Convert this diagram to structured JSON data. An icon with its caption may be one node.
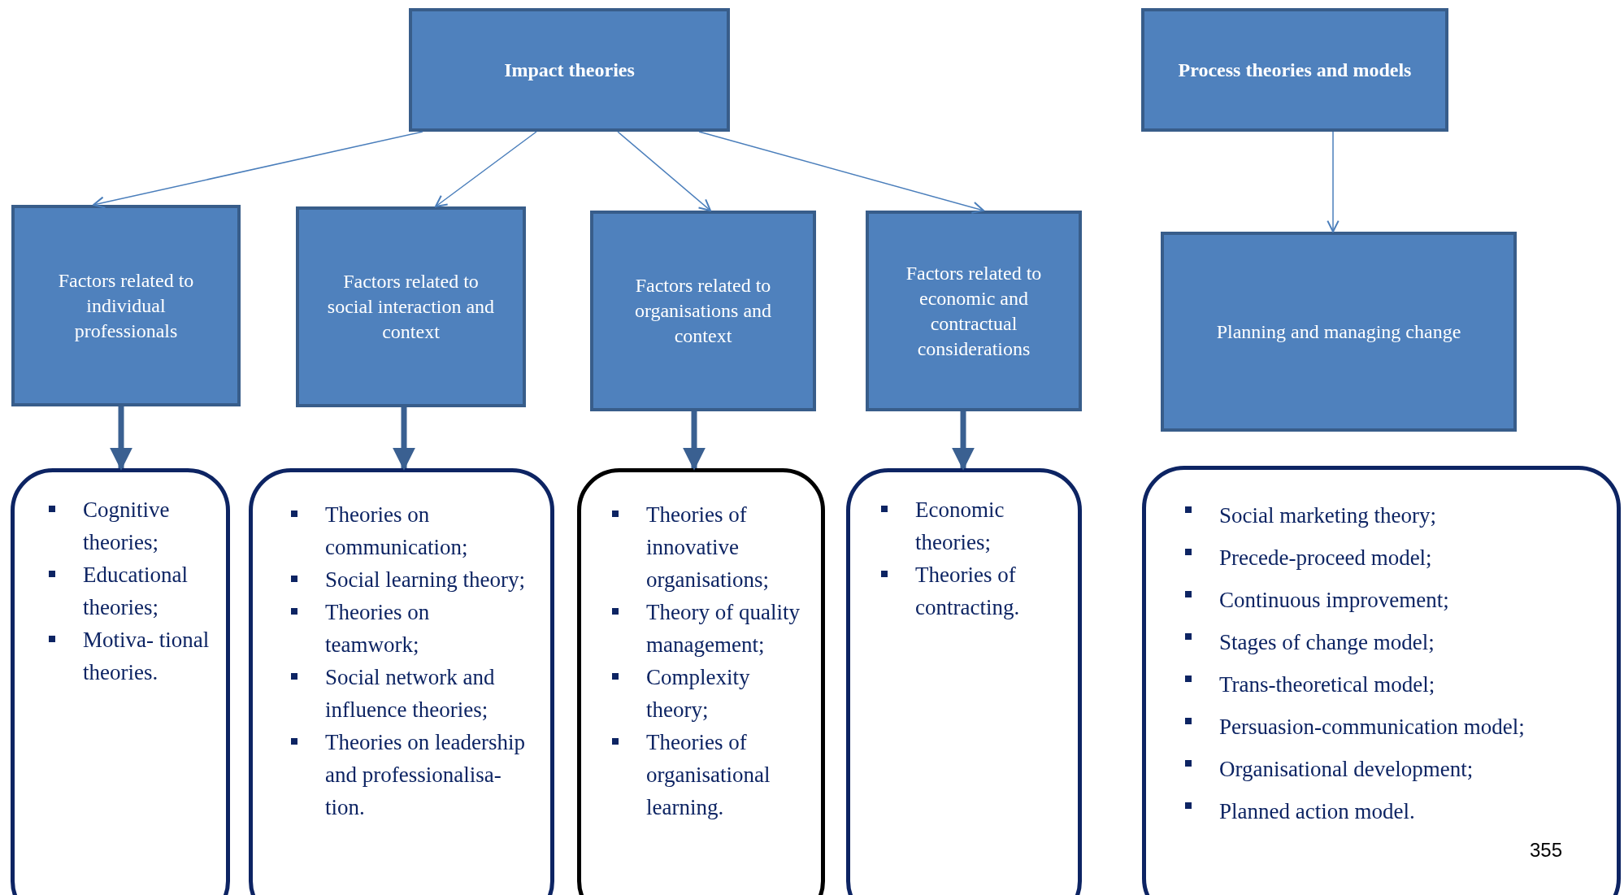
{
  "diagram": {
    "nodes": [
      {
        "text": [
          "Impact theories"
        ]
      },
      {
        "text": [
          "Process theories and models"
        ]
      },
      {
        "text": [
          "Factors related to individual professionals"
        ]
      },
      {
        "text": [
          "Factors related to social interaction and context"
        ]
      },
      {
        "text": [
          "Factors related to organisations and context"
        ]
      },
      {
        "text": [
          "Factors related to economic and contractual considerations"
        ]
      },
      {
        "text": [
          "Planning and managing change"
        ]
      },
      {
        "text": [
          "Cognitive theories;",
          "Educational theories;",
          "Motiva- tional theories."
        ]
      },
      {
        "text": [
          "Theories on communication;",
          "Social learning theory;",
          "Theories on teamwork;",
          "Social network and influence theories;",
          "Theories on leadership and professionalisa- tion."
        ]
      },
      {
        "text": [
          "Theories of innovative organisations;",
          "Theory of quality management;",
          "Complexity theory;",
          "Theories of organisational learning."
        ]
      },
      {
        "text": [
          "Economic theories;",
          "Theories of contracting."
        ]
      },
      {
        "text": [
          "Social marketing theory;",
          "Precede-proceed model;",
          "Continuous improvement;",
          "Stages of change model;",
          "Trans-theoretical model;",
          "Persuasion-communication model;",
          "Organisational development;",
          "Planned action model."
        ]
      }
    ],
    "edges": [
      {
        "from": 0,
        "to": 2,
        "arrow": "to"
      },
      {
        "from": 0,
        "to": 3,
        "arrow": "to"
      },
      {
        "from": 0,
        "to": 4,
        "arrow": "to"
      },
      {
        "from": 0,
        "to": 5,
        "arrow": "to"
      },
      {
        "from": 1,
        "to": 6,
        "arrow": "to"
      },
      {
        "from": 2,
        "to": 7,
        "arrow": "to",
        "style": "thick",
        "color": "#3a6091"
      },
      {
        "from": 3,
        "to": 8,
        "arrow": "to",
        "style": "thick",
        "color": "#3a6091"
      },
      {
        "from": 4,
        "to": 9,
        "arrow": "to",
        "style": "thick",
        "color": "#3a6091"
      },
      {
        "from": 5,
        "to": 10,
        "arrow": "to",
        "style": "thick",
        "color": "#3a6091"
      }
    ],
    "labels": [
      "355"
    ]
  }
}
